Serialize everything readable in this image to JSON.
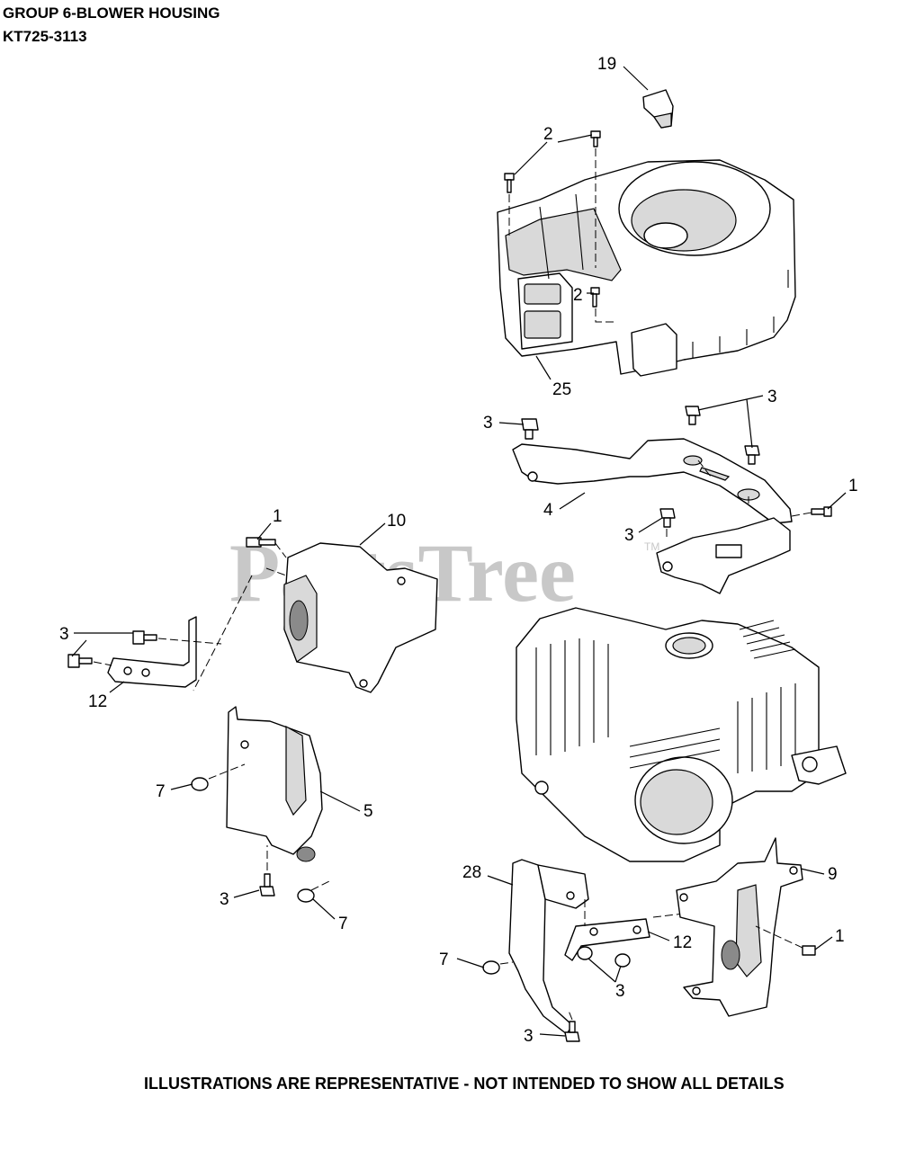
{
  "header": {
    "title_line1": "GROUP 6-BLOWER HOUSING",
    "title_line2": "KT725-3113"
  },
  "footer": {
    "disclaimer": "ILLUSTRATIONS ARE REPRESENTATIVE - NOT INTENDED TO SHOW ALL DETAILS"
  },
  "watermark": {
    "text": "PartsTree",
    "trademark": "TM"
  },
  "callouts": {
    "c19": "19",
    "c2a": "2",
    "c2b": "2",
    "c25": "25",
    "c3a": "3",
    "c3b": "3",
    "c4": "4",
    "c1a": "1",
    "c3c": "3",
    "c1b": "1",
    "c10": "10",
    "c3d": "3",
    "c12a": "12",
    "c7a": "7",
    "c5": "5",
    "c3e": "3",
    "c7b": "7",
    "c28": "28",
    "c9": "9",
    "c1c": "1",
    "c12b": "12",
    "c7c": "7",
    "c3f": "3",
    "c3g": "3"
  }
}
